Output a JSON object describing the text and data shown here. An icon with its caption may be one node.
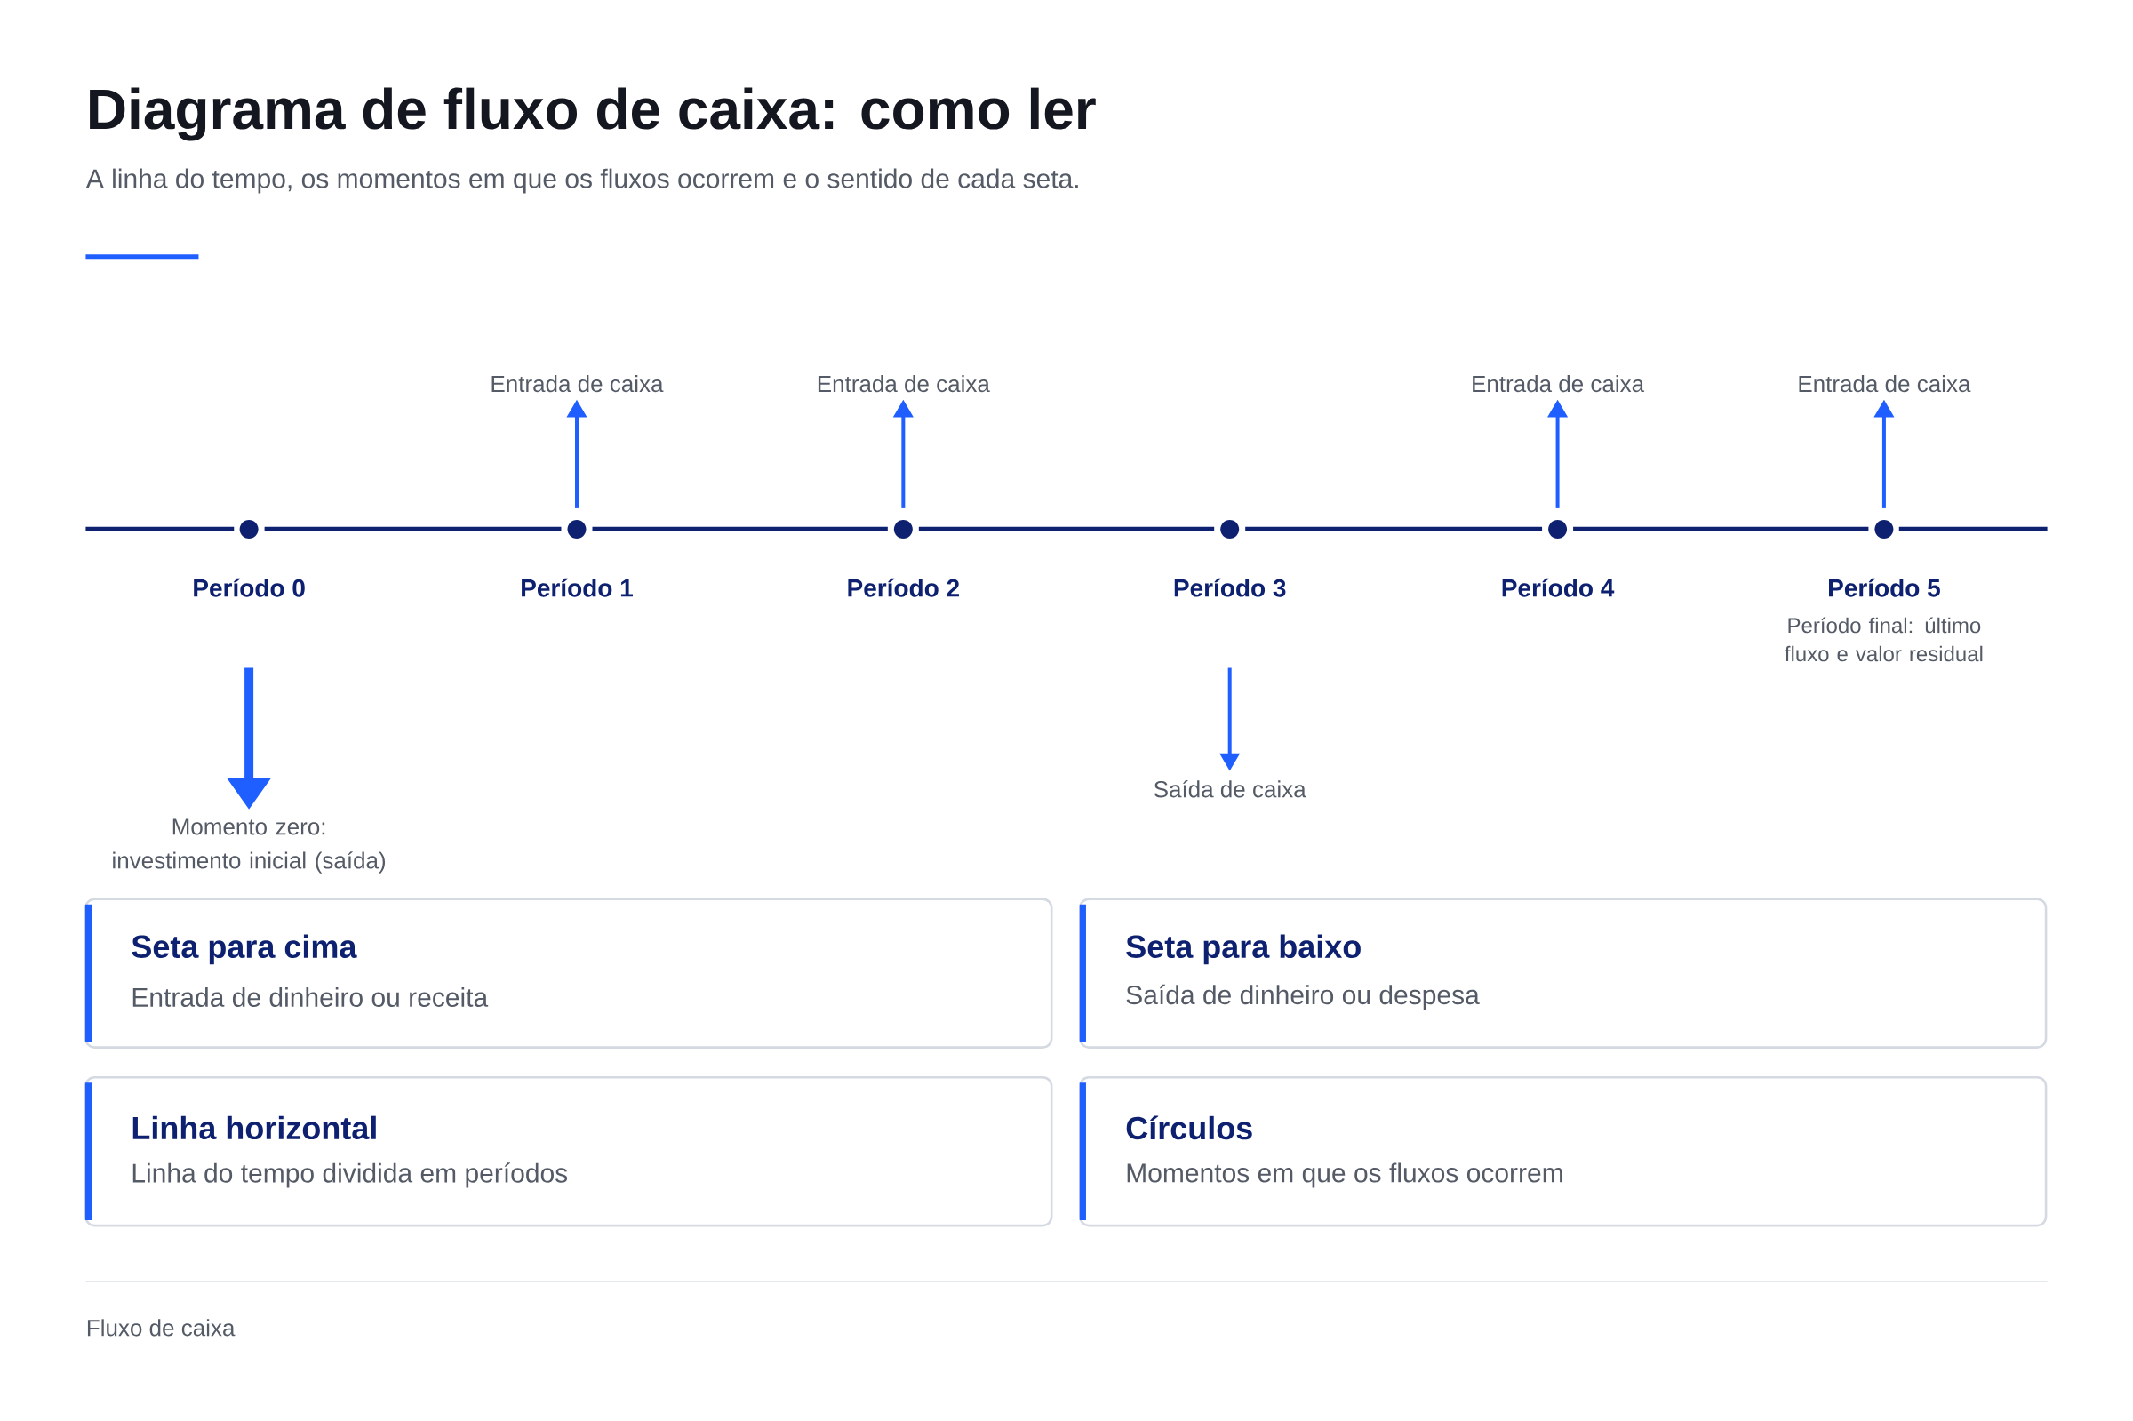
{
  "diagram": {
    "title": "Diagrama de fluxo de caixa: como ler",
    "caption": "A linha do tempo, os momentos em que os fluxos ocorrem e o sentido de cada seta.",
    "nodes": [
      {
        "text": [],
        "shape": "circle",
        "beside": [
          "Período 0"
        ]
      },
      {
        "text": [],
        "shape": "circle",
        "beside": [
          "Período 1"
        ]
      },
      {
        "text": [],
        "shape": "circle",
        "beside": [
          "Período 2"
        ]
      },
      {
        "text": [],
        "shape": "circle",
        "beside": [
          "Período 3"
        ]
      },
      {
        "text": [],
        "shape": "circle",
        "beside": [
          "Período 4"
        ]
      },
      {
        "text": [],
        "shape": "circle",
        "beside": [
          "Período 5",
          "Período final: último fluxo e valor residual"
        ]
      },
      {
        "text": [
          "Entrada de caixa"
        ]
      },
      {
        "text": [
          "Entrada de caixa"
        ]
      },
      {
        "text": [
          "Entrada de caixa"
        ]
      },
      {
        "text": [
          "Entrada de caixa"
        ]
      },
      {
        "text": [
          "Momento zero: investimento inicial (saída)"
        ]
      },
      {
        "text": [
          "Saída de caixa"
        ]
      },
      {
        "text": [
          "Seta para cima",
          "Entrada de dinheiro ou receita"
        ]
      },
      {
        "text": [
          "Seta para baixo",
          "Saída de dinheiro ou despesa"
        ]
      },
      {
        "text": [
          "Linha horizontal",
          "Linha do tempo dividida em períodos"
        ]
      },
      {
        "text": [
          "Círculos",
          "Momentos em que os fluxos ocorrem"
        ]
      }
    ],
    "edges": [
      {
        "from": 0,
        "to": 1,
        "arrow": "none",
        "color": "#0e2170"
      },
      {
        "from": 1,
        "to": 2,
        "arrow": "none",
        "color": "#0e2170"
      },
      {
        "from": 2,
        "to": 3,
        "arrow": "none",
        "color": "#0e2170"
      },
      {
        "from": 3,
        "to": 4,
        "arrow": "none",
        "color": "#0e2170"
      },
      {
        "from": 4,
        "to": 5,
        "arrow": "none",
        "color": "#0e2170"
      },
      {
        "from": 1,
        "to": 6,
        "arrow": "to"
      },
      {
        "from": 2,
        "to": 7,
        "arrow": "to"
      },
      {
        "from": 4,
        "to": 8,
        "arrow": "to"
      },
      {
        "from": 5,
        "to": 9,
        "arrow": "to"
      },
      {
        "from": null,
        "to": 10,
        "arrow": "to",
        "style": "thick"
      },
      {
        "from": null,
        "to": 11,
        "arrow": "to"
      }
    ],
    "labels": [
      "Fluxo de caixa"
    ]
  }
}
